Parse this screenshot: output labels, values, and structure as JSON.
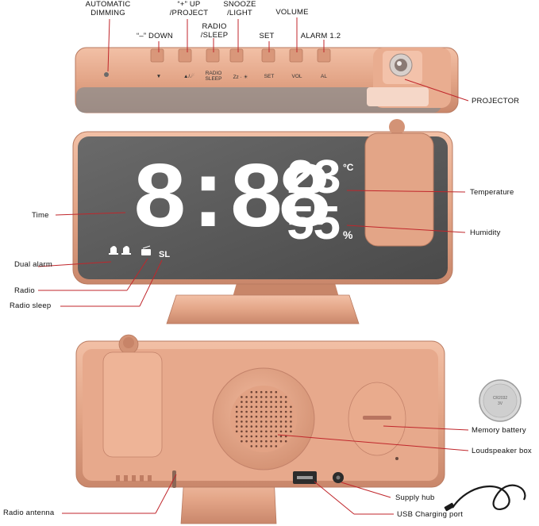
{
  "top_labels": {
    "automatic_dimming": [
      "AUTOMATIC",
      "DIMMING"
    ],
    "down": "“–”  DOWN",
    "up_project": [
      "“+”  UP",
      "/PROJECT"
    ],
    "radio_sleep": [
      "RADIO",
      "/SLEEP"
    ],
    "snooze_light": [
      "SNOOZE",
      "/LIGHT"
    ],
    "set": "SET",
    "volume": "VOLUME",
    "alarm": "ALARM 1.2",
    "projector": "PROJECTOR"
  },
  "button_texts": {
    "down": "▼",
    "up": "▲/☄",
    "radio": "RADIO",
    "sleep": "SLEEP",
    "snooze": "Zz · ☀",
    "set": "SET",
    "vol": "VOL",
    "al": "AL"
  },
  "display": {
    "time": "8:88",
    "temperature": "23",
    "temp_unit": "°C",
    "humidity": "55",
    "humidity_unit": "%",
    "sleep_indicator": "SL"
  },
  "front_labels": {
    "time": "Time",
    "temperature": "Temperature",
    "humidity": "Humidity",
    "dual_alarm": "Dual alarm",
    "radio": "Radio",
    "radio_sleep": "Radio sleep"
  },
  "back_labels": {
    "memory_battery": "Memory battery",
    "loudspeaker_box": "Loudspeaker box",
    "supply_hub": "Supply hub",
    "radio_antenna": "Radio antenna",
    "usb_charging_port": "USB Charging port"
  },
  "colors": {
    "rose_gold": "#e0a083",
    "rose_dark": "#b97760",
    "mirror": "#5a5a5a",
    "digit": "#ffffff",
    "leader": "#c0262b"
  }
}
